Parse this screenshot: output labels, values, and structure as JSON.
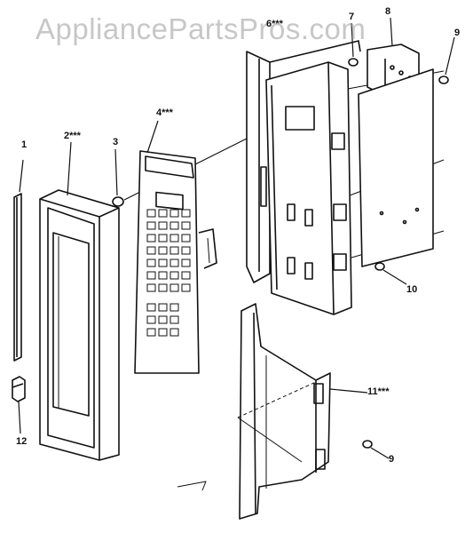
{
  "watermark": "AppliancePartsPros.com",
  "callouts": {
    "c1": "1",
    "c2": "2***",
    "c3": "3",
    "c4": "4***",
    "c6": "6***",
    "c7": "7",
    "c8": "8",
    "c9a": "9",
    "c10": "10",
    "c11": "11***",
    "c9b": "9",
    "c12": "12"
  },
  "colors": {
    "ink": "#111111",
    "paper": "#ffffff",
    "watermark": "#9a9a9a"
  }
}
